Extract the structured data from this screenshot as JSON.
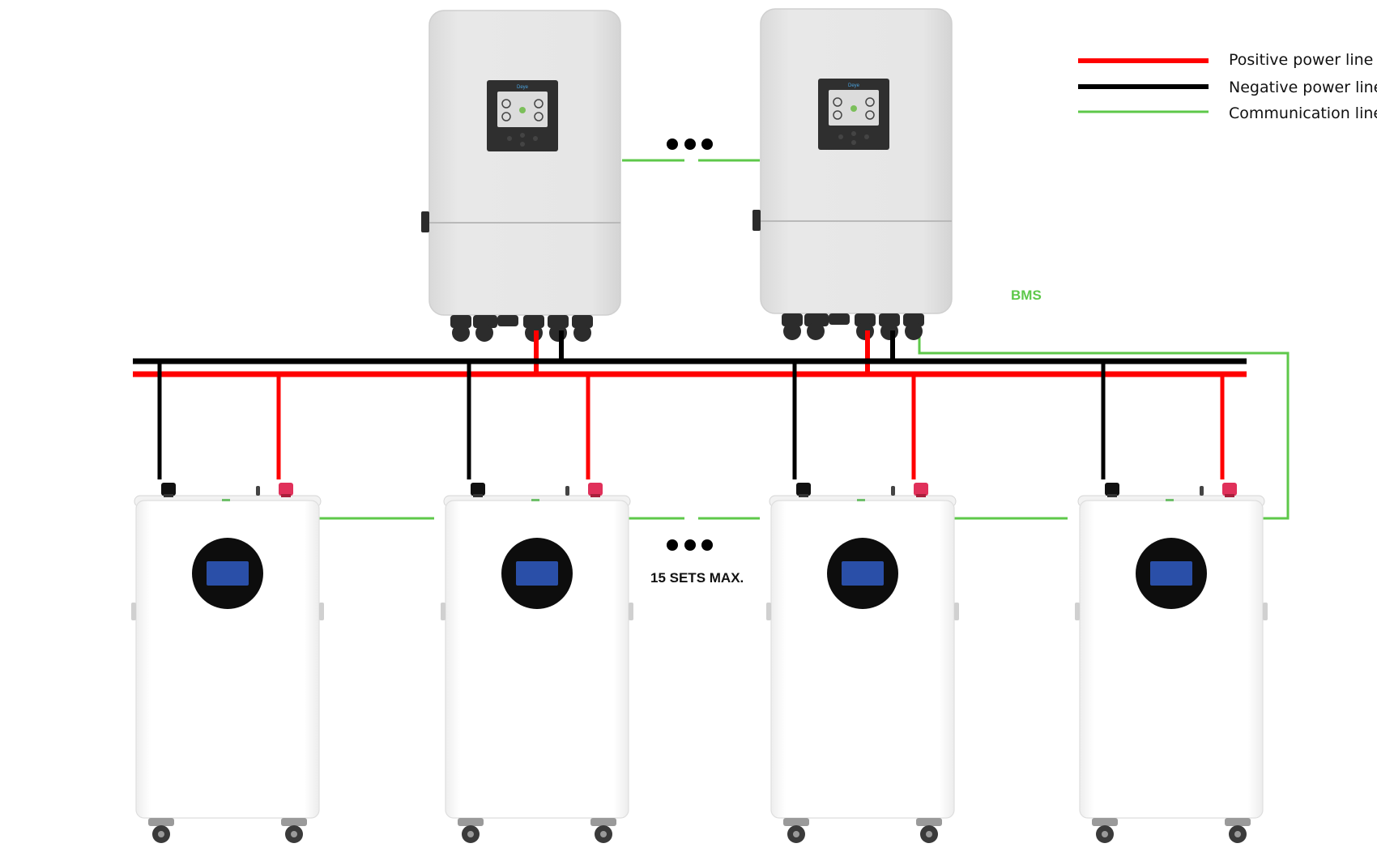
{
  "legend": {
    "positive_label": "Positive power line",
    "negative_label": "Negative power line",
    "communication_label": "Communication line"
  },
  "labels": {
    "bms": "BMS",
    "max_sets": "15 SETS MAX."
  },
  "colors": {
    "positive": "#ff0000",
    "negative": "#000000",
    "communication": "#5ec84a",
    "inverter_body": "#e4e4e4",
    "battery_body": "#ffffff",
    "battery_screen": "#2a4fa8"
  },
  "components": {
    "inverter_count_shown": 2,
    "battery_count_shown": 4
  }
}
